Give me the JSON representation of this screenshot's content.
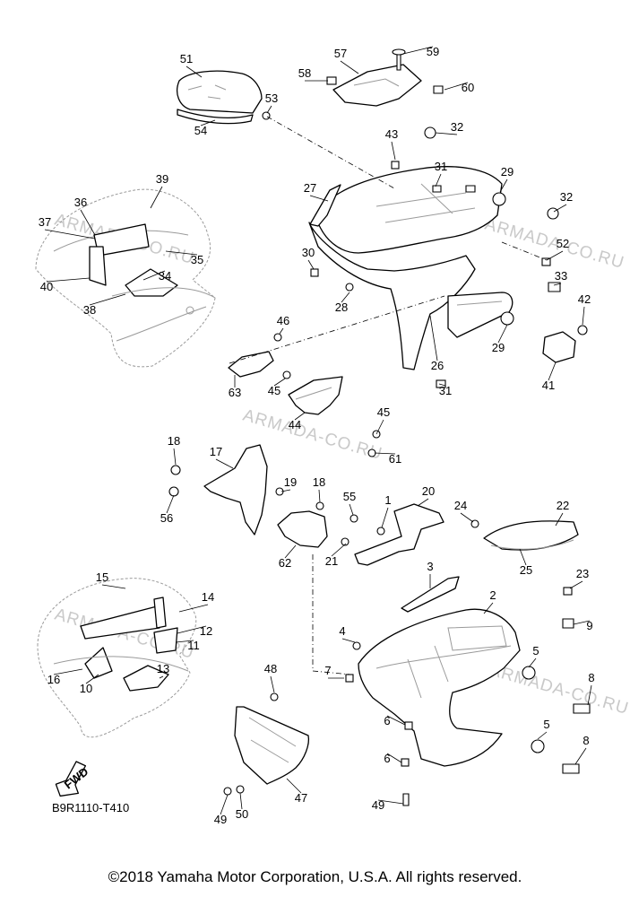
{
  "diagram_code": "B9R1110-T410",
  "fwd_label": "FWD",
  "watermark": "ARMADA-CO.RU",
  "copyright": "©2018 Yamaha Motor Corporation, U.S.A. All rights reserved.",
  "part_labels": [
    "51",
    "57",
    "59",
    "58",
    "60",
    "53",
    "54",
    "32",
    "43",
    "31",
    "29",
    "27",
    "39",
    "36",
    "37",
    "35",
    "34",
    "40",
    "38",
    "30",
    "28",
    "52",
    "33",
    "42",
    "46",
    "26",
    "41",
    "63",
    "45",
    "44",
    "45",
    "61",
    "18",
    "17",
    "19",
    "18",
    "55",
    "1",
    "20",
    "56",
    "24",
    "22",
    "62",
    "21",
    "25",
    "15",
    "14",
    "12",
    "11",
    "3",
    "23",
    "9",
    "2",
    "4",
    "5",
    "16",
    "10",
    "13",
    "48",
    "7",
    "8",
    "6",
    "5",
    "6",
    "8",
    "47",
    "49",
    "50",
    "49",
    "31",
    "32",
    "29"
  ]
}
